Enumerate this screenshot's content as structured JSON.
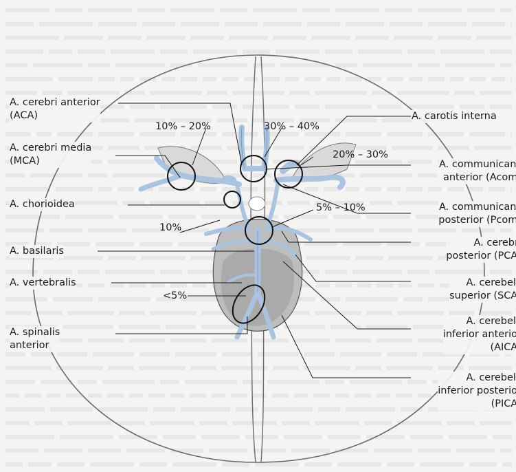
{
  "labels_left": [
    {
      "id": "aca",
      "lines": [
        "A. cerebri anterior",
        "(ACA)"
      ]
    },
    {
      "id": "mca",
      "lines": [
        "A. cerebri media",
        "(MCA)"
      ]
    },
    {
      "id": "chor",
      "lines": [
        "A. chorioidea"
      ]
    },
    {
      "id": "bas",
      "lines": [
        "A. basilaris"
      ]
    },
    {
      "id": "vert",
      "lines": [
        "A. vertebralis"
      ]
    },
    {
      "id": "spin",
      "lines": [
        "A. spinalis",
        "anterior"
      ]
    }
  ],
  "labels_right": [
    {
      "id": "ci",
      "lines": [
        "A. carotis interna"
      ]
    },
    {
      "id": "acom",
      "lines": [
        "A. communicans",
        "anterior (Acom)"
      ]
    },
    {
      "id": "pcom",
      "lines": [
        "A. communicans",
        "posterior (Pcom)"
      ]
    },
    {
      "id": "pca",
      "lines": [
        "A. cerebri",
        "posterior (PCA)"
      ]
    },
    {
      "id": "sca",
      "lines": [
        "A. cerebelli",
        "superior (SCA)"
      ]
    },
    {
      "id": "aica",
      "lines": [
        "A. cerebelli",
        "inferior anterior",
        "(AICA)"
      ]
    },
    {
      "id": "pica",
      "lines": [
        "A. cerebelli",
        "inferior posterior",
        "(PICA)"
      ]
    }
  ],
  "percentages": {
    "mca_pct": "10% – 20%",
    "acom_pct": "30% – 40%",
    "ci_pct": "20% – 30%",
    "chor_pct": "10%",
    "pcom_pct": "5% – 10%",
    "vert_pct": "<5%"
  },
  "colors": {
    "artery": "#a9c3e0",
    "artery_edge": "#5d7896",
    "skull_line": "#6a6a6a",
    "circle_mark": "#111111",
    "background": "#f4f4f3",
    "bg_text": "#cfcfcf"
  }
}
